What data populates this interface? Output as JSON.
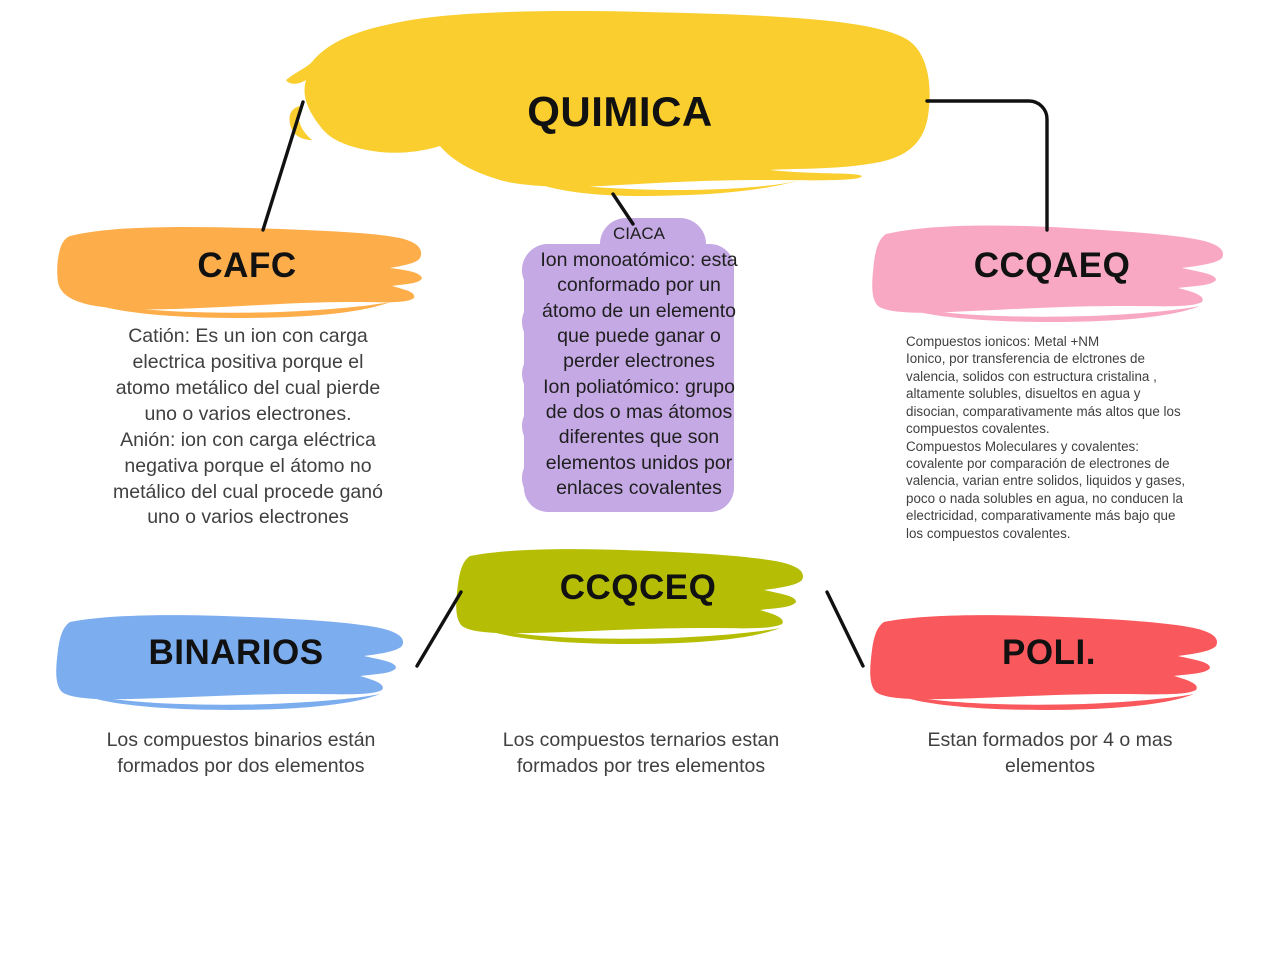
{
  "diagram": {
    "title": "Mapa conceptual de Quimica",
    "background_color": "#ffffff",
    "connector_color": "#111111"
  },
  "central": {
    "label": "QUIMICA",
    "color": "#F9CE2E"
  },
  "branches": [
    {
      "id": "cafc",
      "label": "CAFC",
      "color": "#FDAE4B",
      "body": "Catión: Es un ion con carga\nelectrica positiva porque el\natomo metálico del cual pierde\nuno o varios electrones.\nAnión: ion con carga eléctrica\nnegativa porque el átomo no\nmetálico del cual procede ganó\nuno o varios electrones"
    },
    {
      "id": "ciaca",
      "label": "CIACA",
      "color": "#C5A9E4",
      "body": "Ion monoatómico: esta\nconformado por un\nátomo de un elemento\nque puede ganar o\nperder electrones\nIon poliatómico: grupo\nde dos o mas átomos\ndiferentes que son\nelementos unidos por\nenlaces covalentes"
    },
    {
      "id": "ccqaeq",
      "label": "CCQAEQ",
      "color": "#F9A8C4",
      "body": "Compuestos ionicos: Metal +NM\nIonico, por transferencia de elctrones de\nvalencia, solidos con estructura cristalina ,\naltamente solubles, disueltos en agua y\ndisocian, comparativamente más altos que los\ncompuestos covalentes.\nCompuestos Moleculares y covalentes:\ncovalente por comparación de electrones de\nvalencia, varian entre solidos, liquidos y gases,\npoco o nada solubles en agua, no conducen la\nelectricidad, comparativamente más bajo que\nlos compuestos covalentes."
    },
    {
      "id": "ccqceq",
      "label": "CCQCEQ",
      "color": "#B5BD05",
      "body": "Los compuestos ternarios estan\nformados por tres elementos"
    },
    {
      "id": "binarios",
      "label": "BINARIOS",
      "color": "#7CADEE",
      "body": "Los compuestos binarios están\nformados por dos elementos"
    },
    {
      "id": "poli",
      "label": "POLI.",
      "color": "#F9595C",
      "body": "Estan formados por 4 o mas\nelementos"
    }
  ]
}
